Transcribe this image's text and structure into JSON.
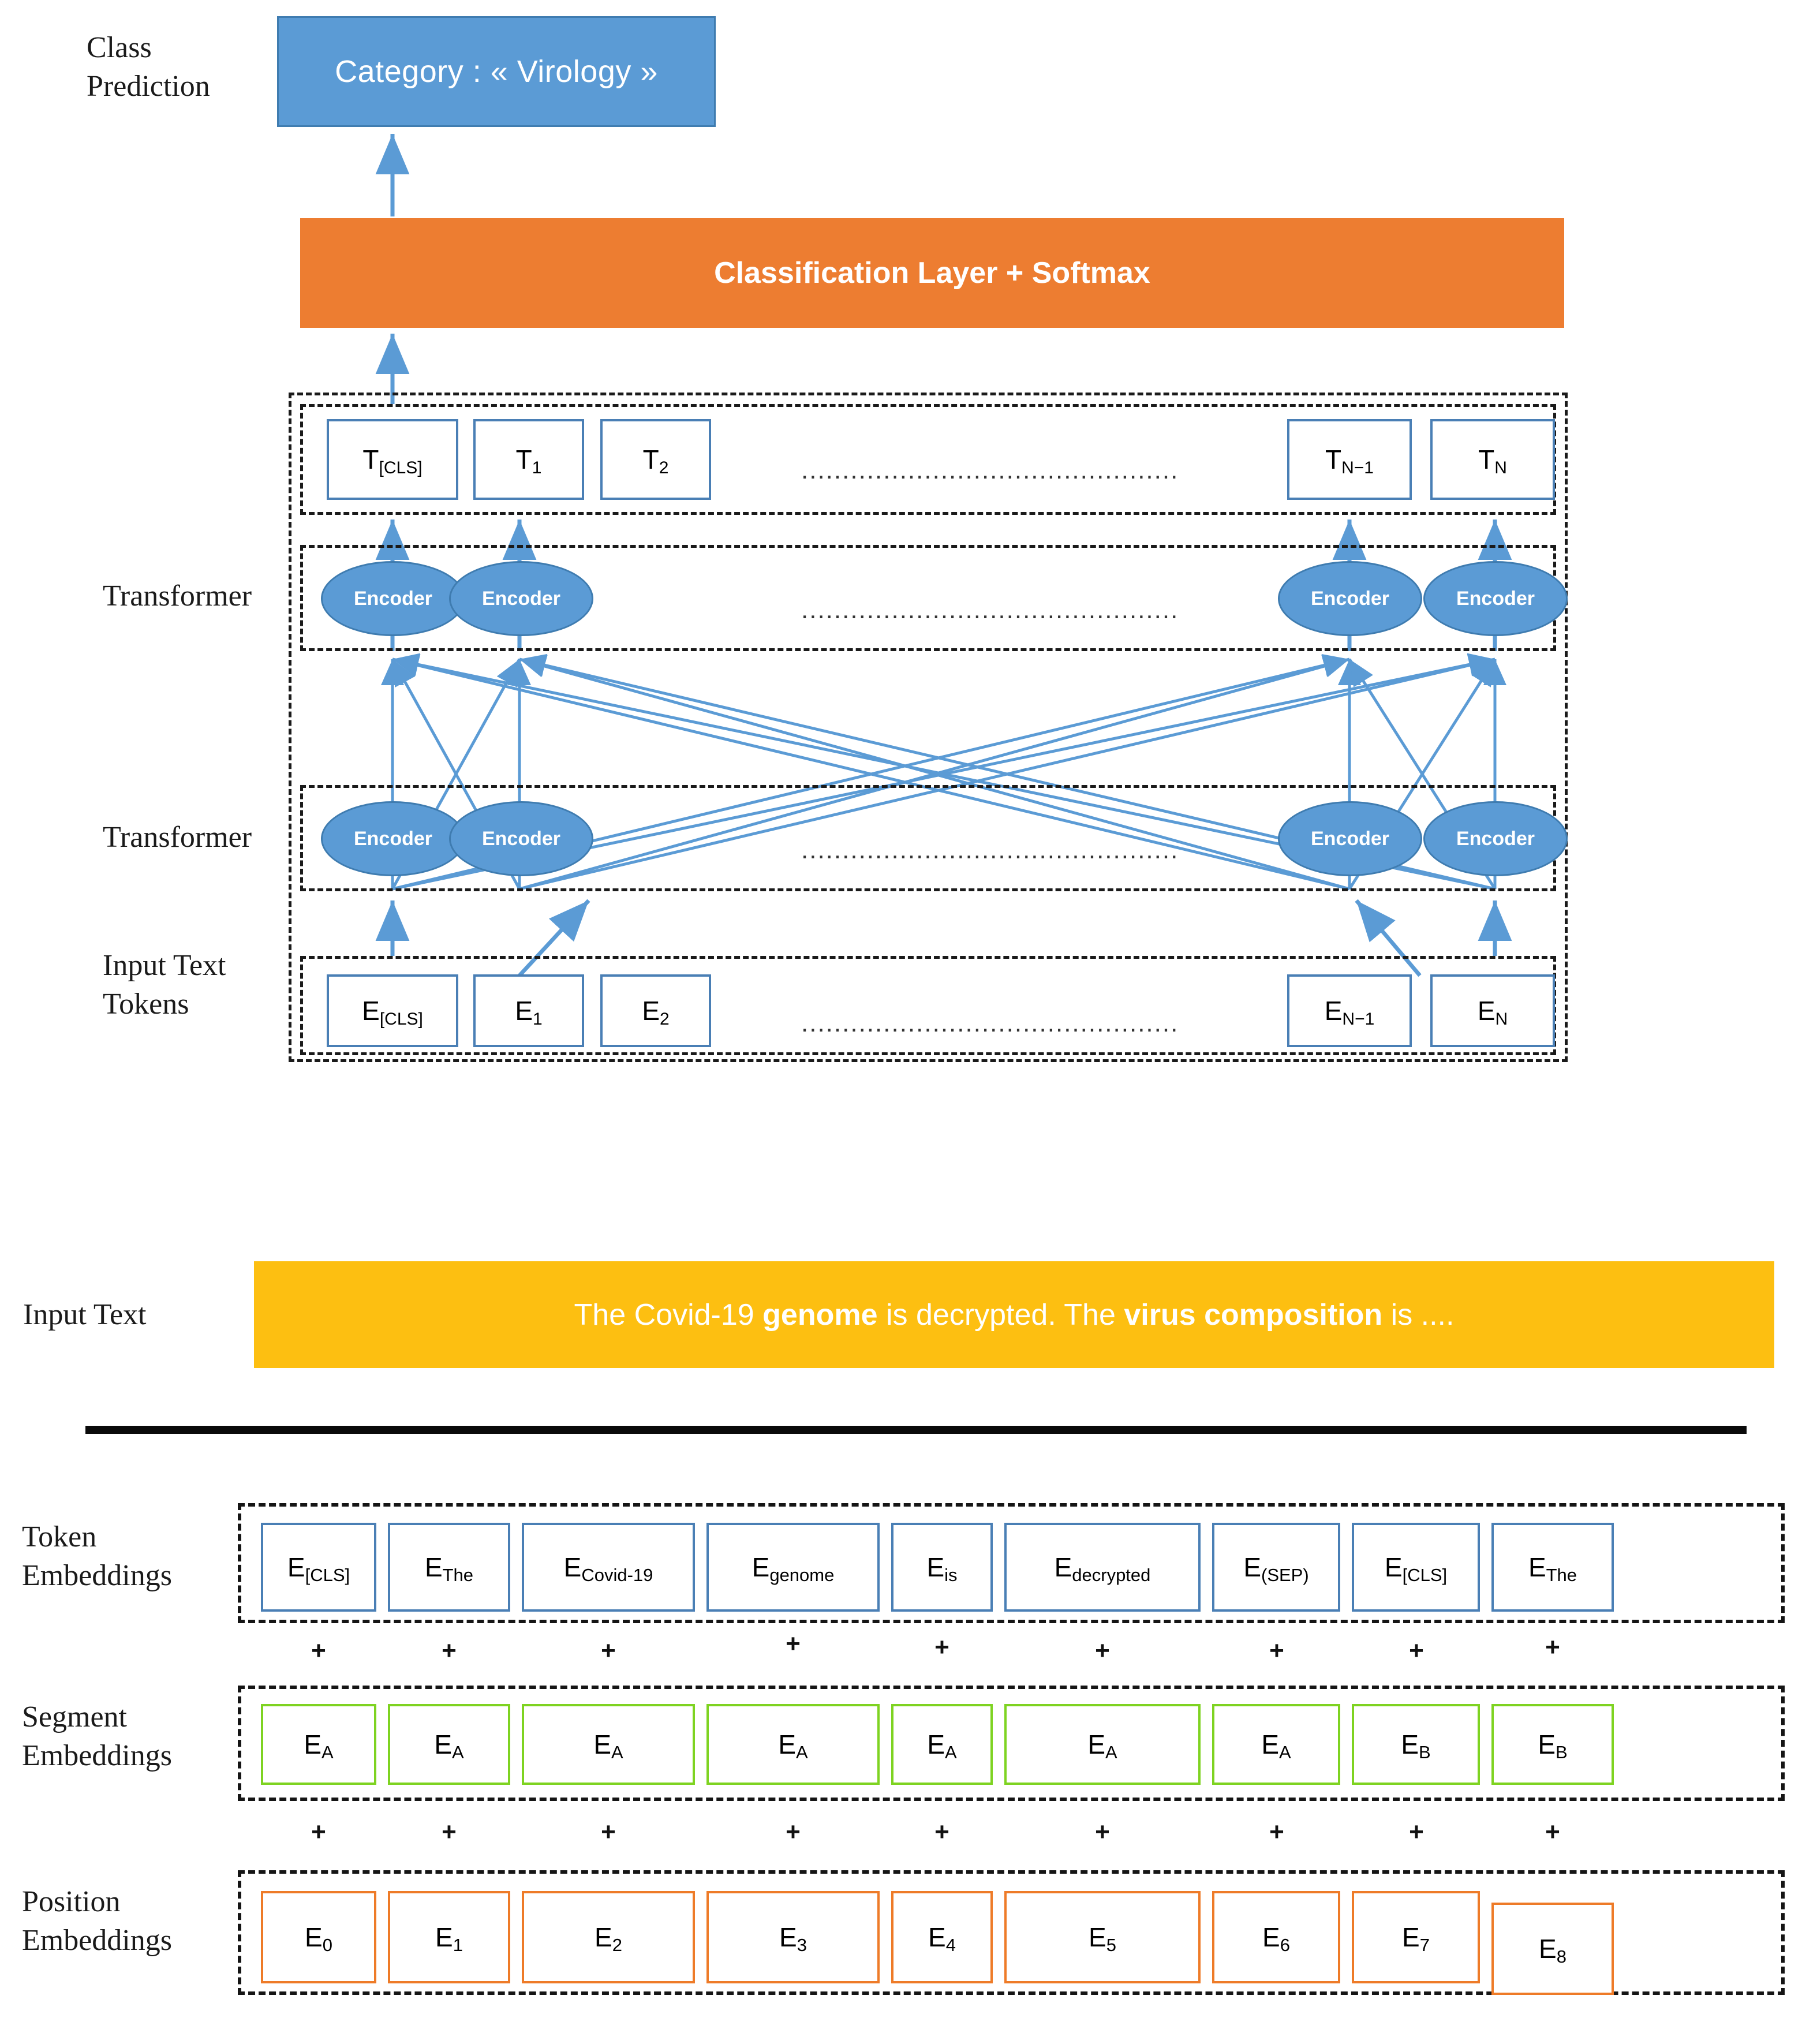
{
  "labels": {
    "class_prediction": "Class\nPrediction",
    "transformer_top": "Transformer",
    "transformer_bottom": "Transformer",
    "input_text_tokens": "Input Text\nTokens",
    "input_text": "Input Text",
    "token_embeddings": "Token\nEmbeddings",
    "segment_embeddings": "Segment\nEmbeddings",
    "position_embeddings": "Position\nEmbeddings"
  },
  "class_prediction_box": {
    "text": "Category : « Virology »"
  },
  "classification_layer": {
    "text": "Classification Layer + Softmax"
  },
  "output_tokens": [
    {
      "base": "T",
      "sub": "[CLS]"
    },
    {
      "base": "T",
      "sub": "1"
    },
    {
      "base": "T",
      "sub": "2"
    },
    {
      "base": "T",
      "sub": "N−1"
    },
    {
      "base": "T",
      "sub": "N"
    }
  ],
  "input_tokens": [
    {
      "base": "E",
      "sub": "[CLS]"
    },
    {
      "base": "E",
      "sub": "1"
    },
    {
      "base": "E",
      "sub": "2"
    },
    {
      "base": "E",
      "sub": "N−1"
    },
    {
      "base": "E",
      "sub": "N"
    }
  ],
  "encoders_top": [
    "Encoder",
    "Encoder",
    "Encoder",
    "Encoder"
  ],
  "encoders_bottom": [
    "Encoder",
    "Encoder",
    "Encoder",
    "Encoder"
  ],
  "ellipsis": "..............................................",
  "input_text": {
    "segments": [
      {
        "text": "The Covid-19 ",
        "bold": false
      },
      {
        "text": "genome",
        "bold": true
      },
      {
        "text": " is decrypted. The ",
        "bold": false
      },
      {
        "text": "virus composition",
        "bold": true
      },
      {
        "text": " is ....",
        "bold": false
      }
    ],
    "plain": "The Covid-19 genome is decrypted. The virus composition is ...."
  },
  "token_embeddings": [
    {
      "base": "E",
      "sub": "[CLS]"
    },
    {
      "base": "E",
      "sub": "The"
    },
    {
      "base": "E",
      "sub": "Covid-19"
    },
    {
      "base": "E",
      "sub": "genome"
    },
    {
      "base": "E",
      "sub": "is"
    },
    {
      "base": "E",
      "sub": "decrypted"
    },
    {
      "base": "E",
      "sub": "(SEP)"
    },
    {
      "base": "E",
      "sub": "[CLS]"
    },
    {
      "base": "E",
      "sub": "The"
    }
  ],
  "segment_embeddings": [
    {
      "base": "E",
      "sub": "A"
    },
    {
      "base": "E",
      "sub": "A"
    },
    {
      "base": "E",
      "sub": "A"
    },
    {
      "base": "E",
      "sub": "A"
    },
    {
      "base": "E",
      "sub": "A"
    },
    {
      "base": "E",
      "sub": "A"
    },
    {
      "base": "E",
      "sub": "A"
    },
    {
      "base": "E",
      "sub": "B"
    },
    {
      "base": "E",
      "sub": "B"
    }
  ],
  "position_embeddings": [
    {
      "base": "E",
      "sub": "0"
    },
    {
      "base": "E",
      "sub": "1"
    },
    {
      "base": "E",
      "sub": "2"
    },
    {
      "base": "E",
      "sub": "3"
    },
    {
      "base": "E",
      "sub": "4"
    },
    {
      "base": "E",
      "sub": "5"
    },
    {
      "base": "E",
      "sub": "6"
    },
    {
      "base": "E",
      "sub": "7"
    },
    {
      "base": "E",
      "sub": "8"
    }
  ],
  "plus_signs_row1": [
    "+",
    "+",
    "+",
    "+",
    "+",
    "+",
    "+",
    "+",
    "+"
  ],
  "plus_signs_row2": [
    "+",
    "+",
    "+",
    "+",
    "+",
    "+",
    "+",
    "+",
    "+"
  ],
  "colors": {
    "prediction_blue": "#5b9bd5",
    "classification_orange": "#ed7d31",
    "input_text_yellow": "#fdbf11",
    "token_border_blue": "#4a7fb5",
    "segment_border_green": "#7ed321",
    "position_border_orange": "#ee7b28",
    "arrow_blue": "#5b9bd5",
    "dashed_black": "#1a1a1a"
  }
}
